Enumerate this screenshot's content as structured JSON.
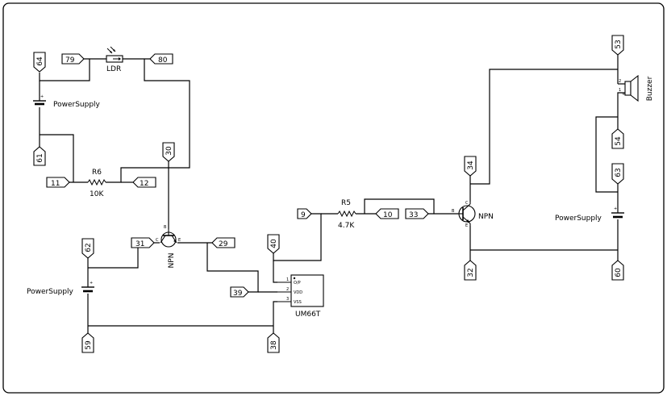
{
  "title": "",
  "components": {
    "ldr": {
      "ref": "LDR"
    },
    "r6": {
      "ref": "R6",
      "value": "10K"
    },
    "r5": {
      "ref": "R5",
      "value": "4.7K"
    },
    "q1": {
      "type": "NPN",
      "pin_c": "C",
      "pin_b": "B",
      "pin_e": "E"
    },
    "q2": {
      "type": "NPN",
      "pin_c": "C",
      "pin_b": "B",
      "pin_e": "E"
    },
    "ic": {
      "ref": "UM66T",
      "pin1": "O/P",
      "pin2": "VDD",
      "pin3": "VSS",
      "n1": "1",
      "n2": "2",
      "n3": "3"
    },
    "buzzer": {
      "ref": "Buzzer",
      "n1": "1",
      "n2": "2",
      "plus": "+"
    },
    "ps1": {
      "label": "PowerSupply",
      "plus": "+"
    },
    "ps2": {
      "label": "PowerSupply",
      "plus": "+"
    },
    "ps3": {
      "label": "PowerSupply",
      "plus": "+"
    }
  },
  "ports": {
    "p79": "79",
    "p80": "80",
    "p64": "64",
    "p61": "61",
    "p11": "11",
    "p12": "12",
    "p30": "30",
    "p31": "31",
    "p29": "29",
    "p62": "62",
    "p59": "59",
    "p39": "39",
    "p40": "40",
    "p38": "38",
    "p9": "9",
    "p10": "10",
    "p33": "33",
    "p34": "34",
    "p32": "32",
    "p53": "53",
    "p54": "54",
    "p63": "63",
    "p60": "60"
  }
}
